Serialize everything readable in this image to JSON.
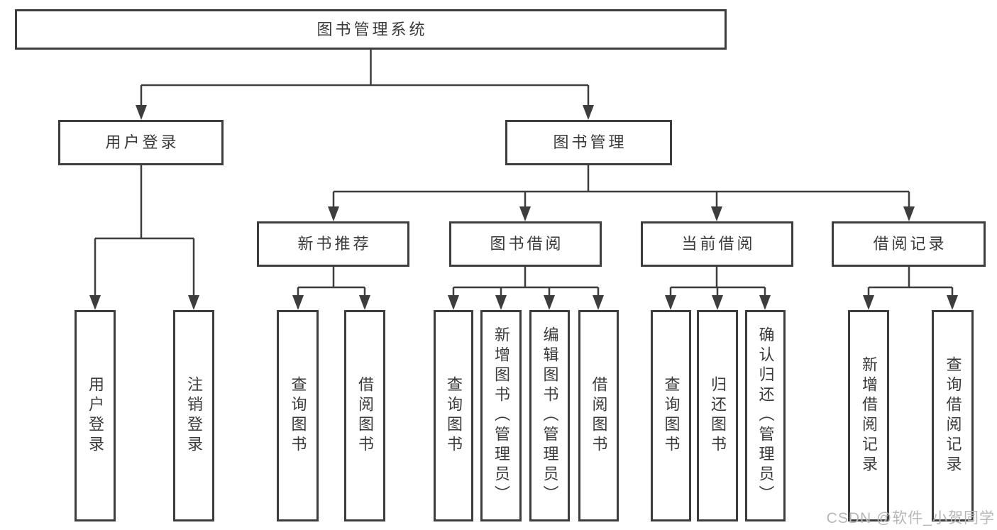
{
  "nodes": {
    "root": {
      "label": "图书管理系统"
    },
    "level2": [
      {
        "label": "用户登录"
      },
      {
        "label": "图书管理"
      }
    ],
    "level3": [
      {
        "label": "新书推荐"
      },
      {
        "label": "图书借阅"
      },
      {
        "label": "当前借阅"
      },
      {
        "label": "借阅记录"
      }
    ],
    "level4": {
      "user_login": [
        {
          "label": "用户登录"
        },
        {
          "label": "注销登录"
        }
      ],
      "new_book_recommend": [
        {
          "label": "查询图书"
        },
        {
          "label": "借阅图书"
        }
      ],
      "book_borrow": [
        {
          "label": "查询图书"
        },
        {
          "label": "新增图书（管理员）"
        },
        {
          "label": "编辑图书（管理员）"
        },
        {
          "label": "借阅图书"
        }
      ],
      "current_borrow": [
        {
          "label": "查询图书"
        },
        {
          "label": "归还图书"
        },
        {
          "label": "确认归还（管理员）"
        }
      ],
      "borrow_records": [
        {
          "label": "新增借阅记录"
        },
        {
          "label": "查询借阅记录"
        }
      ]
    }
  },
  "watermark": {
    "text": "CSDN @软件_小贺同学"
  },
  "colors": {
    "line": "#3d3d3d",
    "text": "#3a3a3a",
    "background": "#ffffff",
    "watermark": "#b7b7b7"
  }
}
